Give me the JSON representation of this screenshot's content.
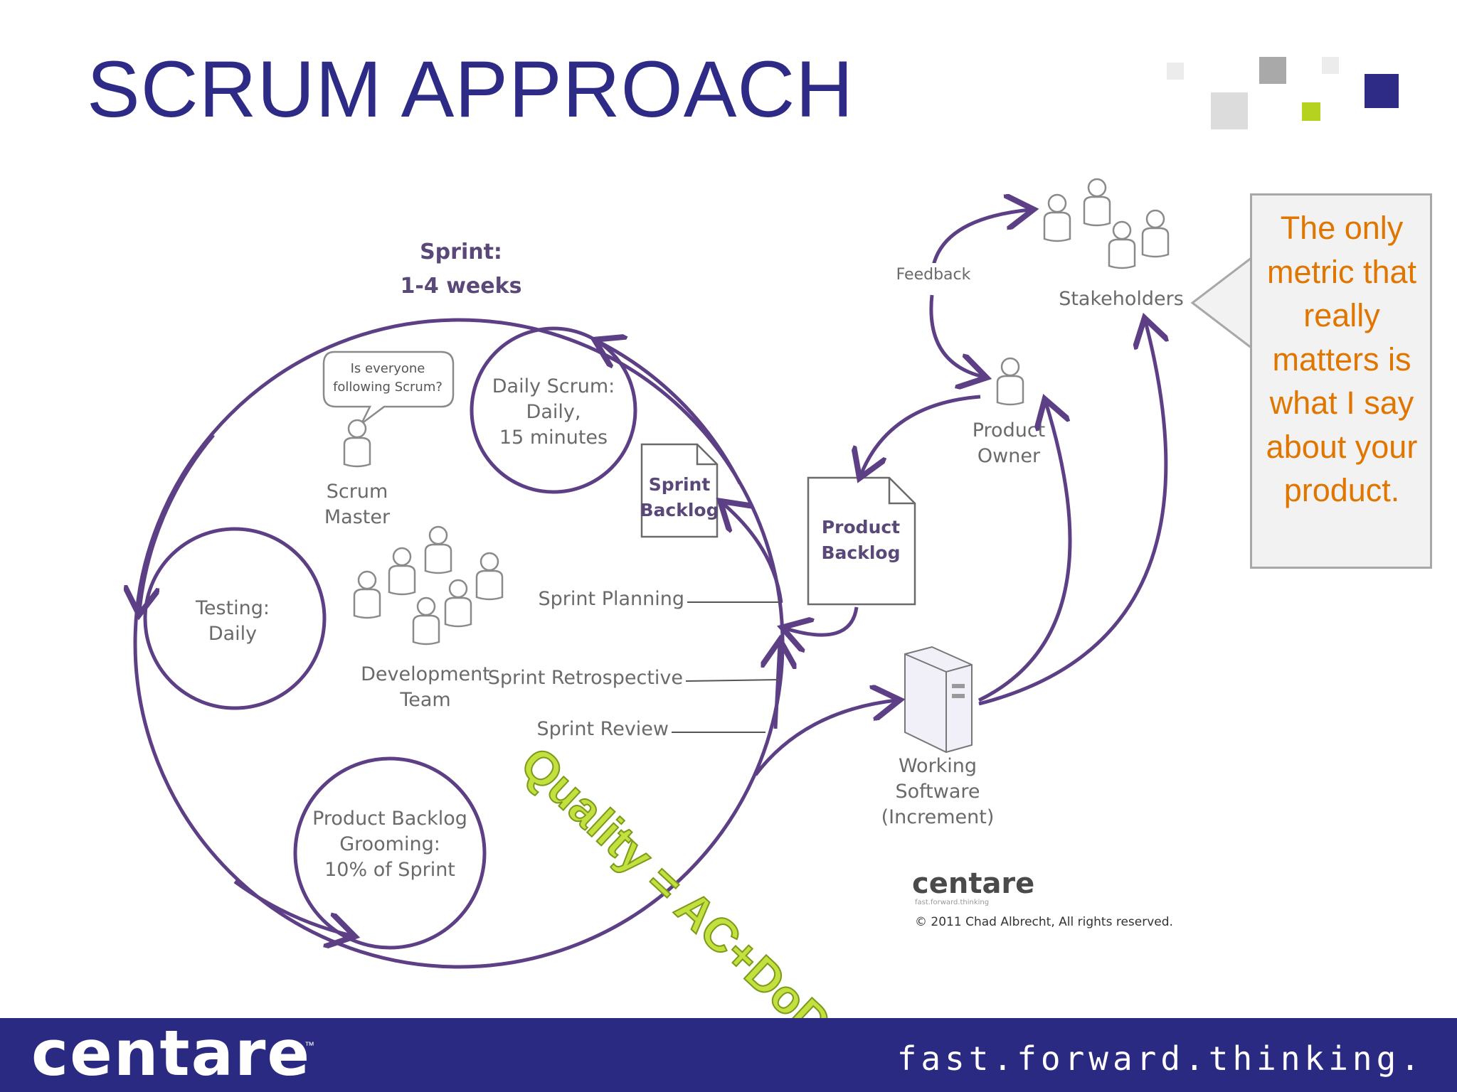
{
  "slide": {
    "title": "SCRUM APPROACH"
  },
  "diagram": {
    "sprint_label_1": "Sprint:",
    "sprint_label_2": "1-4 weeks",
    "bubble_1": "Is everyone",
    "bubble_2": "following Scrum?",
    "scrum_master_1": "Scrum",
    "scrum_master_2": "Master",
    "daily_scrum_1": "Daily Scrum:",
    "daily_scrum_2": "Daily,",
    "daily_scrum_3": "15 minutes",
    "sprint_backlog_1": "Sprint",
    "sprint_backlog_2": "Backlog",
    "testing_1": "Testing:",
    "testing_2": "Daily",
    "dev_team_1": "Development",
    "dev_team_2": "Team",
    "sprint_planning": "Sprint Planning",
    "sprint_retrospective": "Sprint Retrospective",
    "sprint_review": "Sprint Review",
    "grooming_1": "Product Backlog",
    "grooming_2": "Grooming:",
    "grooming_3": "10% of Sprint",
    "product_backlog_1": "Product",
    "product_backlog_2": "Backlog",
    "feedback": "Feedback",
    "stakeholders": "Stakeholders",
    "product_owner_1": "Product",
    "product_owner_2": "Owner",
    "working_1": "Working",
    "working_2": "Software",
    "working_3": "(Increment)",
    "centare_logo": "centare",
    "centare_tagline_small": "fast.forward.thinking",
    "copyright": "© 2011 Chad Albrecht, All rights reserved.",
    "quality_overlay": "Quality = AC+DoD"
  },
  "callout": {
    "text": "The only metric that really matters is what I say about your product."
  },
  "footer": {
    "logo": "centare",
    "tm": "™",
    "tagline": "fast.forward.thinking."
  },
  "colors": {
    "title": "#2e2b86",
    "footer_bg": "#2b2a82",
    "diagram_purple": "#5d3f85",
    "callout_text": "#e07600",
    "quality_green": "#c3e03e"
  }
}
